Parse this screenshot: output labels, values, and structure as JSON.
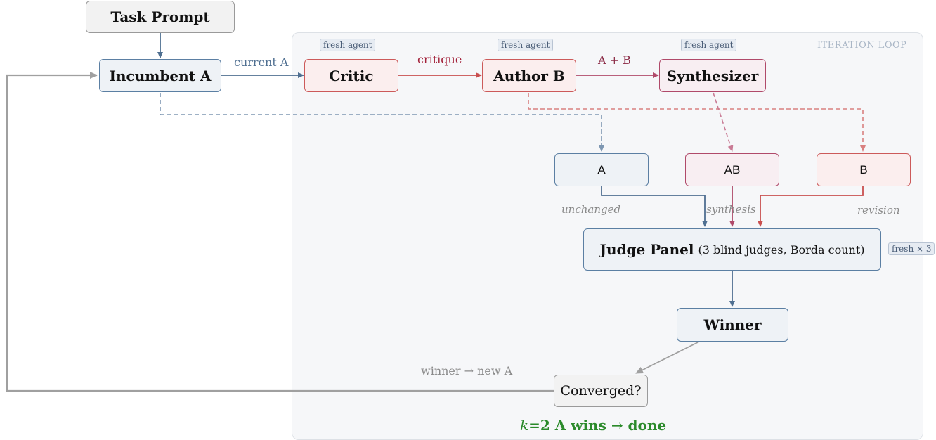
{
  "loop": {
    "label": "ITERATION LOOP"
  },
  "nodes": {
    "task_prompt": "Task Prompt",
    "incumbent_a": "Incumbent A",
    "critic": "Critic",
    "author_b": "Author B",
    "synthesizer": "Synthesizer",
    "cand_a": "A",
    "cand_ab": "AB",
    "cand_b": "B",
    "judge_panel_title": "Judge Panel",
    "judge_panel_detail": "(3 blind judges, Borda count)",
    "winner": "Winner",
    "converged": "Converged?"
  },
  "badges": {
    "critic": "fresh agent",
    "author_b": "fresh agent",
    "synthesizer": "fresh agent",
    "judges": "fresh × 3"
  },
  "edge_labels": {
    "current_a": "current A",
    "critique": "critique",
    "a_plus_b": "A + B",
    "unchanged": "unchanged",
    "synthesis": "synthesis",
    "revision": "revision",
    "winner_new_a": "winner → new A",
    "done_k": "k",
    "done_eq": "=2 A wins → done"
  },
  "colors": {
    "blue": "#4f6f91",
    "red": "#c94f4f",
    "pink": "#b04a6a",
    "gray": "#a0a0a0",
    "green": "#2b8a2b",
    "loop_label": "#a9b6c6"
  }
}
